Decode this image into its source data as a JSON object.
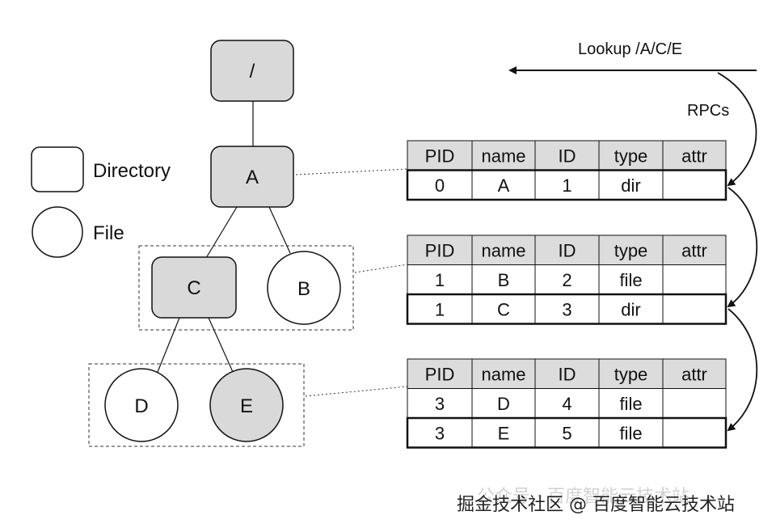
{
  "legend": {
    "directory_label": "Directory",
    "file_label": "File"
  },
  "tree": {
    "nodes": {
      "root": {
        "label": "/",
        "kind": "directory"
      },
      "A": {
        "label": "A",
        "kind": "directory"
      },
      "B": {
        "label": "B",
        "kind": "file"
      },
      "C": {
        "label": "C",
        "kind": "directory"
      },
      "D": {
        "label": "D",
        "kind": "file"
      },
      "E": {
        "label": "E",
        "kind": "file",
        "highlighted": true
      }
    }
  },
  "lookup": {
    "label": "Lookup /A/C/E",
    "rpc_label": "RPCs"
  },
  "tables": [
    {
      "headers": [
        "PID",
        "name",
        "ID",
        "type",
        "attr"
      ],
      "rows": [
        [
          "0",
          "A",
          "1",
          "dir",
          ""
        ]
      ],
      "highlighted_row": 0
    },
    {
      "headers": [
        "PID",
        "name",
        "ID",
        "type",
        "attr"
      ],
      "rows": [
        [
          "1",
          "B",
          "2",
          "file",
          ""
        ],
        [
          "1",
          "C",
          "3",
          "dir",
          ""
        ]
      ],
      "highlighted_row": 1
    },
    {
      "headers": [
        "PID",
        "name",
        "ID",
        "type",
        "attr"
      ],
      "rows": [
        [
          "3",
          "D",
          "4",
          "file",
          ""
        ],
        [
          "3",
          "E",
          "5",
          "file",
          ""
        ]
      ],
      "highlighted_row": 1
    }
  ],
  "watermark": {
    "text": "掘金技术社区 @ 百度智能云技术站",
    "ghost_text": "公众号 · 百度智能云技术站"
  },
  "colors": {
    "node_fill": "#d9d9d9",
    "header_fill": "#dcdcdc",
    "stroke": "#111111"
  }
}
